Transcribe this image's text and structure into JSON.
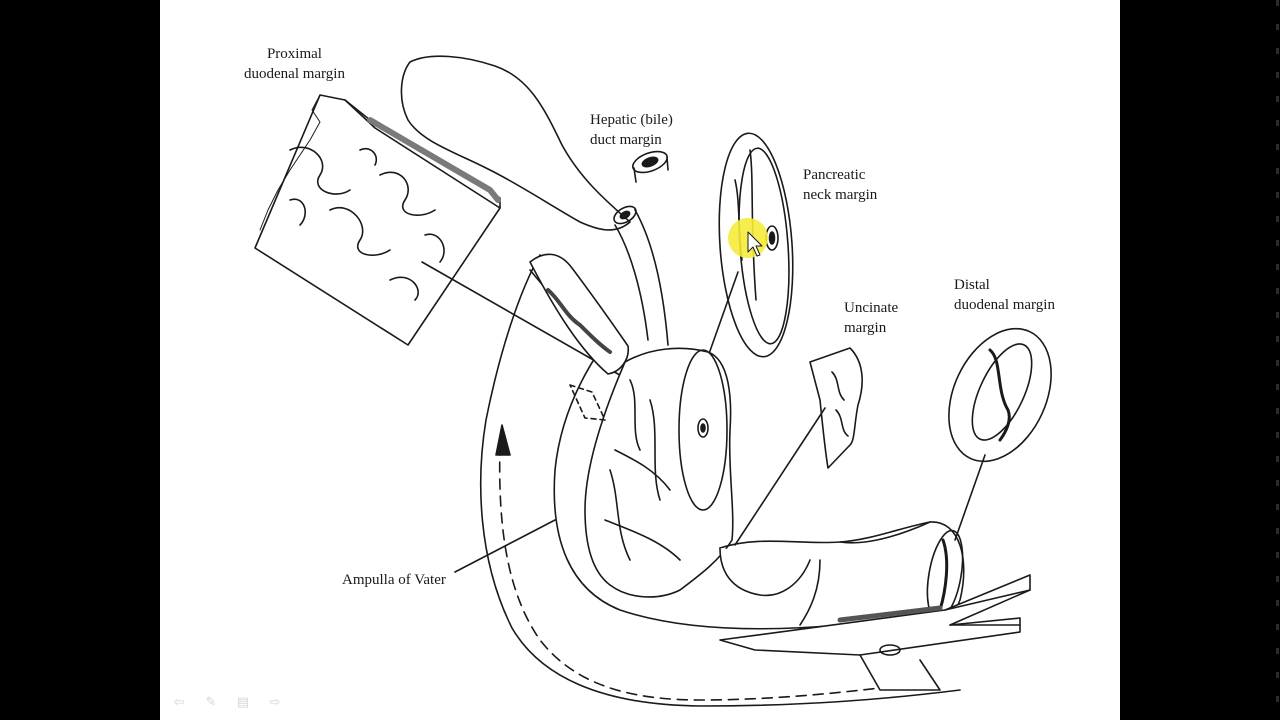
{
  "labels": {
    "proximal_line1": "Proximal",
    "proximal_line2": "duodenal margin",
    "hepatic_line1": "Hepatic (bile)",
    "hepatic_line2": "duct margin",
    "pancreatic_line1": "Pancreatic",
    "pancreatic_line2": "neck margin",
    "uncinate_line1": "Uncinate",
    "uncinate_line2": "margin",
    "distal_line1": "Distal",
    "distal_line2": "duodenal margin",
    "ampulla": "Ampulla of Vater"
  },
  "icons": {
    "cursor_highlight": "cursor-highlight-icon",
    "prev": "arrow-left-icon",
    "pen": "pen-icon",
    "menu": "menu-icon",
    "next": "arrow-right-icon"
  },
  "nav": {
    "prev_glyph": "⇦",
    "pen_glyph": "✎",
    "menu_glyph": "▤",
    "next_glyph": "⇨"
  },
  "colors": {
    "background": "#000000",
    "slide": "#ffffff",
    "ink": "#1a1a1a",
    "highlight": "#f4ec3a"
  }
}
